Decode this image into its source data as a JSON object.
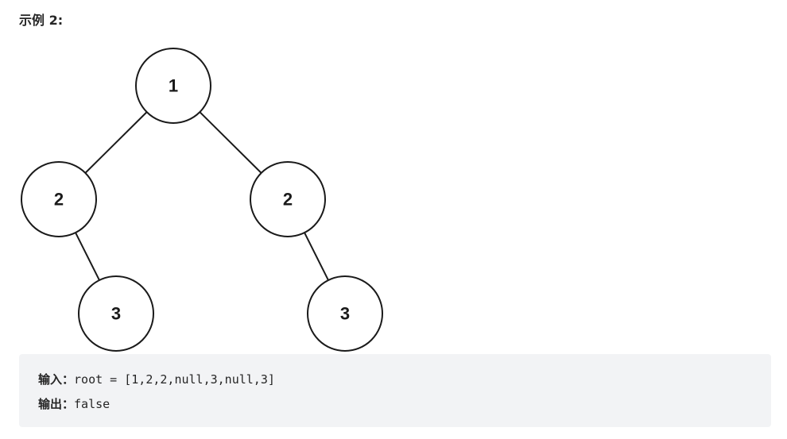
{
  "heading": "示例 2:",
  "tree": {
    "nodes": [
      {
        "id": "n1",
        "label": "1"
      },
      {
        "id": "n2",
        "label": "2"
      },
      {
        "id": "n3",
        "label": "2"
      },
      {
        "id": "n4",
        "label": "3"
      },
      {
        "id": "n5",
        "label": "3"
      }
    ],
    "edges": [
      {
        "from": "n1",
        "to": "n2"
      },
      {
        "from": "n1",
        "to": "n3"
      },
      {
        "from": "n2",
        "to": "n4"
      },
      {
        "from": "n3",
        "to": "n5"
      }
    ]
  },
  "example": {
    "input_label": "输入：",
    "input_value": "root = [1,2,2,null,3,null,3]",
    "output_label": "输出：",
    "output_value": "false"
  }
}
